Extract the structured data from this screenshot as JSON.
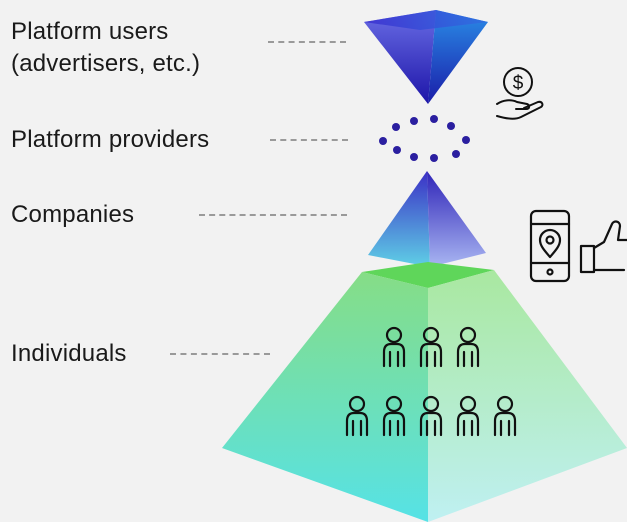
{
  "tiers": {
    "platform_users": {
      "line1": "Platform users",
      "line2": "(advertisers, etc.)"
    },
    "platform_providers": "Platform providers",
    "companies": "Companies",
    "individuals": "Individuals"
  },
  "icons": {
    "payment": "hand-with-dollar-coin-icon",
    "smartphone": "smartphone-location-pin-icon",
    "like": "thumbs-up-icon",
    "people": "person-outline-icon"
  },
  "colors": {
    "background": "#f2f2f2",
    "blue_dark": "#2a22b8",
    "blue_light": "#8fa4f0",
    "dots": "#2b1fa0",
    "green": "#7edc8a",
    "cyan": "#7de6e6",
    "line_art": "#111111"
  },
  "people_rows": [
    3,
    5
  ]
}
